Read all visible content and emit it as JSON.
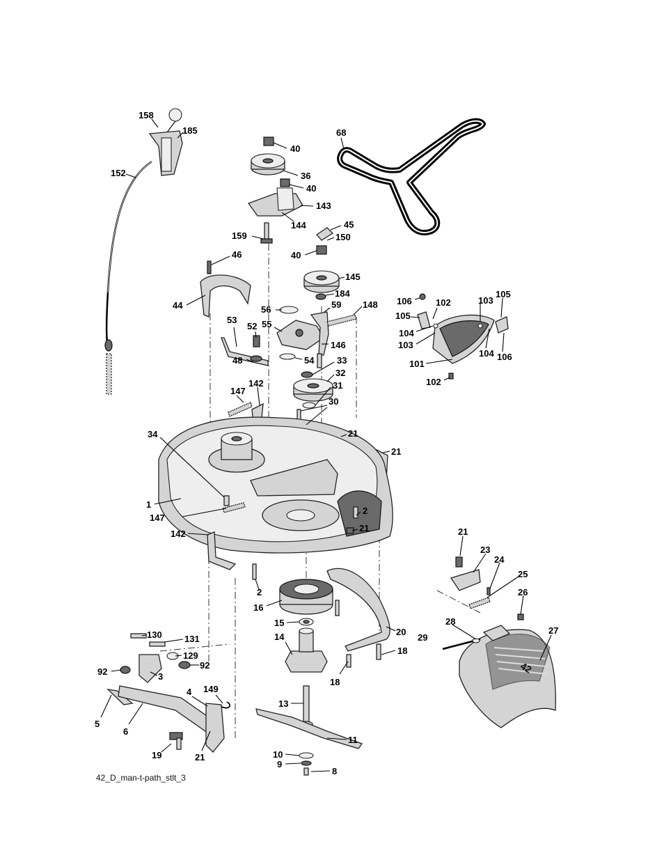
{
  "caption": "42_D_man-t-path_stlt_3",
  "callouts": [
    {
      "id": "158",
      "text": "158"
    },
    {
      "id": "185",
      "text": "185"
    },
    {
      "id": "152",
      "text": "152"
    },
    {
      "id": "40a",
      "text": "40"
    },
    {
      "id": "36",
      "text": "36"
    },
    {
      "id": "40b",
      "text": "40"
    },
    {
      "id": "143",
      "text": "143"
    },
    {
      "id": "144",
      "text": "144"
    },
    {
      "id": "159",
      "text": "159"
    },
    {
      "id": "45",
      "text": "45"
    },
    {
      "id": "150",
      "text": "150"
    },
    {
      "id": "40c",
      "text": "40"
    },
    {
      "id": "46",
      "text": "46"
    },
    {
      "id": "145",
      "text": "145"
    },
    {
      "id": "44",
      "text": "44"
    },
    {
      "id": "184",
      "text": "184"
    },
    {
      "id": "56",
      "text": "56"
    },
    {
      "id": "59",
      "text": "59"
    },
    {
      "id": "148",
      "text": "148"
    },
    {
      "id": "55",
      "text": "55"
    },
    {
      "id": "53",
      "text": "53"
    },
    {
      "id": "52",
      "text": "52"
    },
    {
      "id": "146",
      "text": "146"
    },
    {
      "id": "48",
      "text": "48"
    },
    {
      "id": "54",
      "text": "54"
    },
    {
      "id": "33",
      "text": "33"
    },
    {
      "id": "32",
      "text": "32"
    },
    {
      "id": "31",
      "text": "31"
    },
    {
      "id": "147a",
      "text": "147"
    },
    {
      "id": "142a",
      "text": "142"
    },
    {
      "id": "30",
      "text": "30"
    },
    {
      "id": "34",
      "text": "34"
    },
    {
      "id": "21a",
      "text": "21"
    },
    {
      "id": "21b",
      "text": "21"
    },
    {
      "id": "1",
      "text": "1"
    },
    {
      "id": "147b",
      "text": "147"
    },
    {
      "id": "2a",
      "text": "2"
    },
    {
      "id": "21c",
      "text": "21"
    },
    {
      "id": "142b",
      "text": "142"
    },
    {
      "id": "2b",
      "text": "2"
    },
    {
      "id": "16",
      "text": "16"
    },
    {
      "id": "15",
      "text": "15"
    },
    {
      "id": "20",
      "text": "20"
    },
    {
      "id": "14",
      "text": "14"
    },
    {
      "id": "18a",
      "text": "18"
    },
    {
      "id": "18b",
      "text": "18"
    },
    {
      "id": "130",
      "text": "130"
    },
    {
      "id": "131",
      "text": "131"
    },
    {
      "id": "129",
      "text": "129"
    },
    {
      "id": "92a",
      "text": "92"
    },
    {
      "id": "92b",
      "text": "92"
    },
    {
      "id": "3",
      "text": "3"
    },
    {
      "id": "4",
      "text": "4"
    },
    {
      "id": "149",
      "text": "149"
    },
    {
      "id": "5",
      "text": "5"
    },
    {
      "id": "6",
      "text": "6"
    },
    {
      "id": "13",
      "text": "13"
    },
    {
      "id": "11",
      "text": "11"
    },
    {
      "id": "19",
      "text": "19"
    },
    {
      "id": "21d",
      "text": "21"
    },
    {
      "id": "10",
      "text": "10"
    },
    {
      "id": "9",
      "text": "9"
    },
    {
      "id": "8",
      "text": "8"
    },
    {
      "id": "68",
      "text": "68"
    },
    {
      "id": "106a",
      "text": "106"
    },
    {
      "id": "102a",
      "text": "102"
    },
    {
      "id": "103a",
      "text": "103"
    },
    {
      "id": "105a",
      "text": "105"
    },
    {
      "id": "105b",
      "text": "105"
    },
    {
      "id": "104a",
      "text": "104"
    },
    {
      "id": "103b",
      "text": "103"
    },
    {
      "id": "104b",
      "text": "104"
    },
    {
      "id": "106b",
      "text": "106"
    },
    {
      "id": "101",
      "text": "101"
    },
    {
      "id": "102b",
      "text": "102"
    },
    {
      "id": "21e",
      "text": "21"
    },
    {
      "id": "23",
      "text": "23"
    },
    {
      "id": "24",
      "text": "24"
    },
    {
      "id": "25",
      "text": "25"
    },
    {
      "id": "26",
      "text": "26"
    },
    {
      "id": "28",
      "text": "28"
    },
    {
      "id": "27",
      "text": "27"
    },
    {
      "id": "29",
      "text": "29"
    }
  ],
  "deck_badge": "42"
}
